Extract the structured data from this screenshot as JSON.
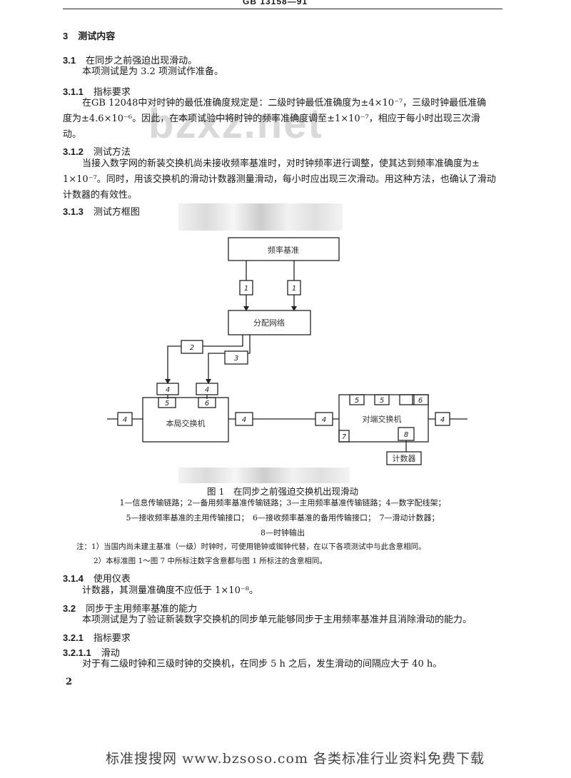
{
  "header": {
    "text": "GB 13158—91"
  },
  "watermark": {
    "text": "bzxz.net"
  },
  "sections": {
    "s3": {
      "num": "3",
      "title": "测试内容"
    },
    "s31": {
      "num": "3.1",
      "title": "在同步之前强迫出现滑动。",
      "body": "本项测试是为 3.2 项测试作准备。"
    },
    "s311": {
      "num": "3.1.1",
      "title": "指标要求",
      "line1": "在GB 12048中对时钟的最低准确度规定是：二级时钟最低准确度为±4×10⁻⁷，三级时钟最低准确",
      "line2": "度为±4.6×10⁻⁶。因此，在本项试验中将时钟的频率准确度调至±1×10⁻⁷，相应于每小时出现三次滑",
      "line3": "动。"
    },
    "s312": {
      "num": "3.1.2",
      "title": "测试方法",
      "line1": "当接入数字网的新装交换机尚未接收频率基准时，对时钟频率进行调整，使其达到频率准确度为±",
      "line2": "1×10⁻⁷。同时，用该交换机的滑动计数器测量滑动，每小时应出现三次滑动。用这种方法，也确认了滑动",
      "line3": "计数器的有效性。"
    },
    "s313": {
      "num": "3.1.3",
      "title": "测试方框图"
    },
    "s314": {
      "num": "3.1.4",
      "title": "使用仪表",
      "body": "计数器，其测量准确度不应低于 1×10⁻⁸。"
    },
    "s32": {
      "num": "3.2",
      "title": "同步于主用频率基准的能力",
      "body": "本项测试是为了验证新装数字交换机的同步单元能够同步于主用频率基准并且消除滑动的能力。"
    },
    "s321": {
      "num": "3.2.1",
      "title": "指标要求"
    },
    "s3211": {
      "num": "3.2.1.1",
      "title": "滑动",
      "body": "对于有二级时钟和三级时钟的交换机，在同步 5 h 之后，发生滑动的间隔应大于 40 h。"
    }
  },
  "figure": {
    "boxes": {
      "freq_ref": "频率基准",
      "dist": "分配网络",
      "local": "本局交换机",
      "remote": "对端交换机",
      "counter": "计数器"
    },
    "labels": {
      "n1a": "1",
      "n1b": "1",
      "n2": "2",
      "n3": "3",
      "n4a": "4",
      "n4b": "4",
      "n4c": "4",
      "n4d": "4",
      "n4e": "4",
      "n4f": "4",
      "n5a": "5",
      "n6a": "6",
      "n5b": "5",
      "n5c": "5",
      "n6b": "6",
      "n7": "7",
      "n8": "8"
    },
    "caption": "图 1　在同步之前强迫交换机出现滑动",
    "legend1": "1—信息传输链路；2—备用频率基准传输链路；3—主用频率基准传输链路；4—数字配线架；",
    "legend2": "5—接收频率基准的主用传输接口；　6—接收频率基准的备用传输接口；　7—滑动计数器；",
    "legend3": "8—时钟输出"
  },
  "notes": {
    "n1": "注：1）当国内尚未建主基准（一级）时钟时，可使用铯钟或铷钟代替，在以下各项测试中与此含意相同。",
    "n2": "2）本标准图 1～图 7 中所标注数字含意都与图 1 所标注的含意相同。"
  },
  "page_number": "2",
  "footer": {
    "text": "标准搜搜网 www.bzsoso.com 各类标准行业资料免费下载"
  }
}
